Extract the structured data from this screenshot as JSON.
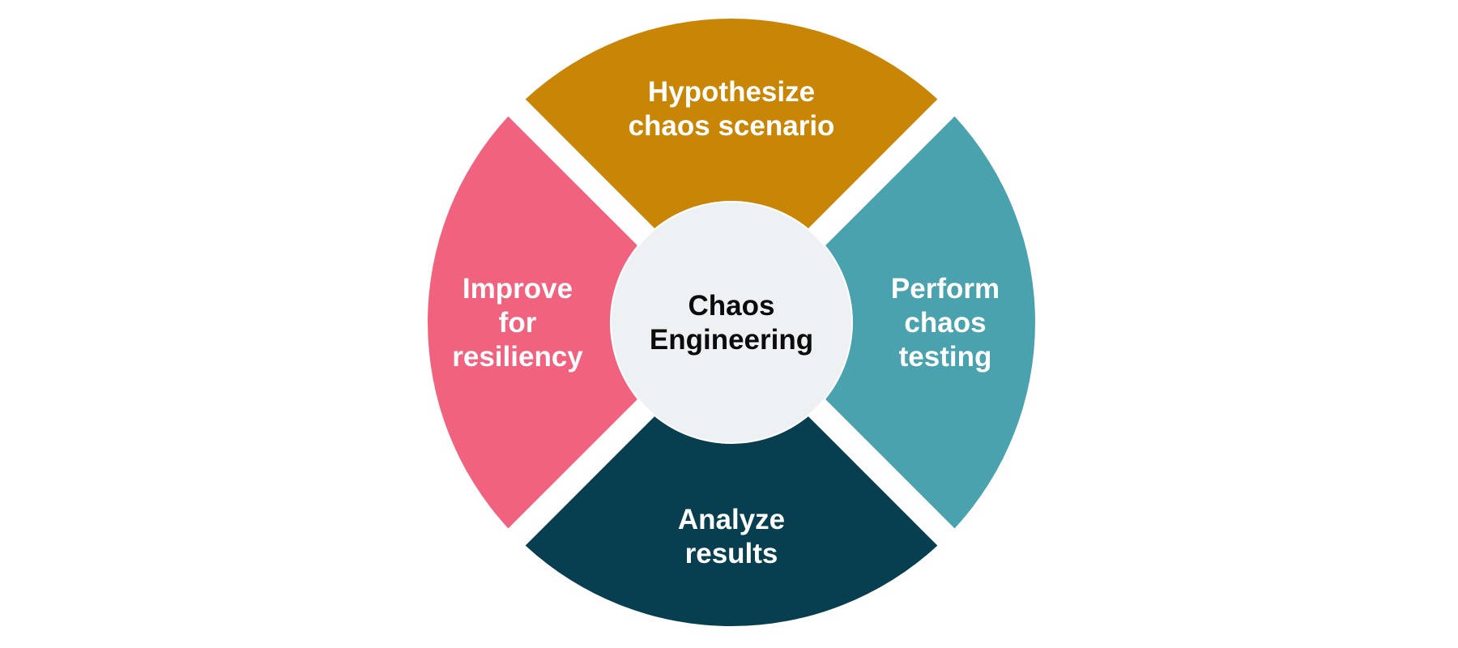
{
  "center": {
    "lines": [
      "Chaos",
      "Engineering"
    ],
    "color": "#eef1f4"
  },
  "segments": [
    {
      "id": "hypothesize",
      "lines": [
        "Hypothesize",
        "chaos scenario"
      ],
      "color": "#c98505"
    },
    {
      "id": "perform",
      "lines": [
        "Perform",
        "chaos",
        "testing"
      ],
      "color": "#4aa2ae"
    },
    {
      "id": "analyze",
      "lines": [
        "Analyze",
        "results"
      ],
      "color": "#073f51"
    },
    {
      "id": "improve",
      "lines": [
        "Improve",
        "for",
        "resiliency"
      ],
      "color": "#f0627e"
    }
  ]
}
